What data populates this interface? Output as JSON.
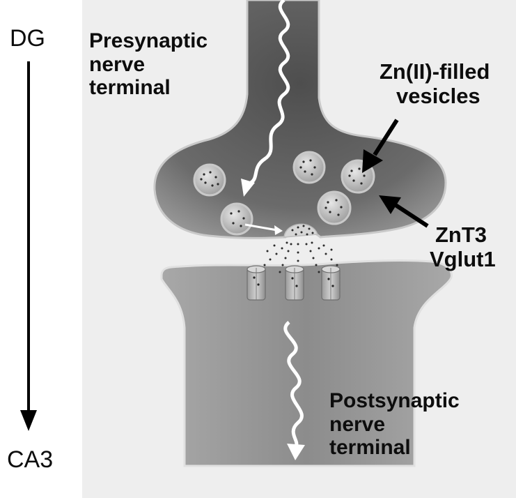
{
  "axis": {
    "top_label": "DG",
    "bottom_label": "CA3"
  },
  "labels": {
    "presynaptic": [
      "Presynaptic",
      "nerve",
      "terminal"
    ],
    "vesicles": [
      "Zn(II)-filled",
      "vesicles"
    ],
    "transporters": [
      "ZnT3",
      "Vglut1"
    ],
    "postsynaptic": [
      "Postsynaptic",
      "nerve",
      "terminal"
    ]
  },
  "colors": {
    "background": "#ffffff",
    "panel": "#efefef",
    "tissue_dark": "#5a5a5a",
    "tissue_mid": "#8a8a8a",
    "tissue_light": "#bdbdbd",
    "vesicle": "#cfcfcf",
    "text": "#0d0d0d",
    "signal": "#ffffff"
  },
  "icons": [
    "signal-wave-icon",
    "down-arrow-icon",
    "pointer-arrow-icon"
  ]
}
